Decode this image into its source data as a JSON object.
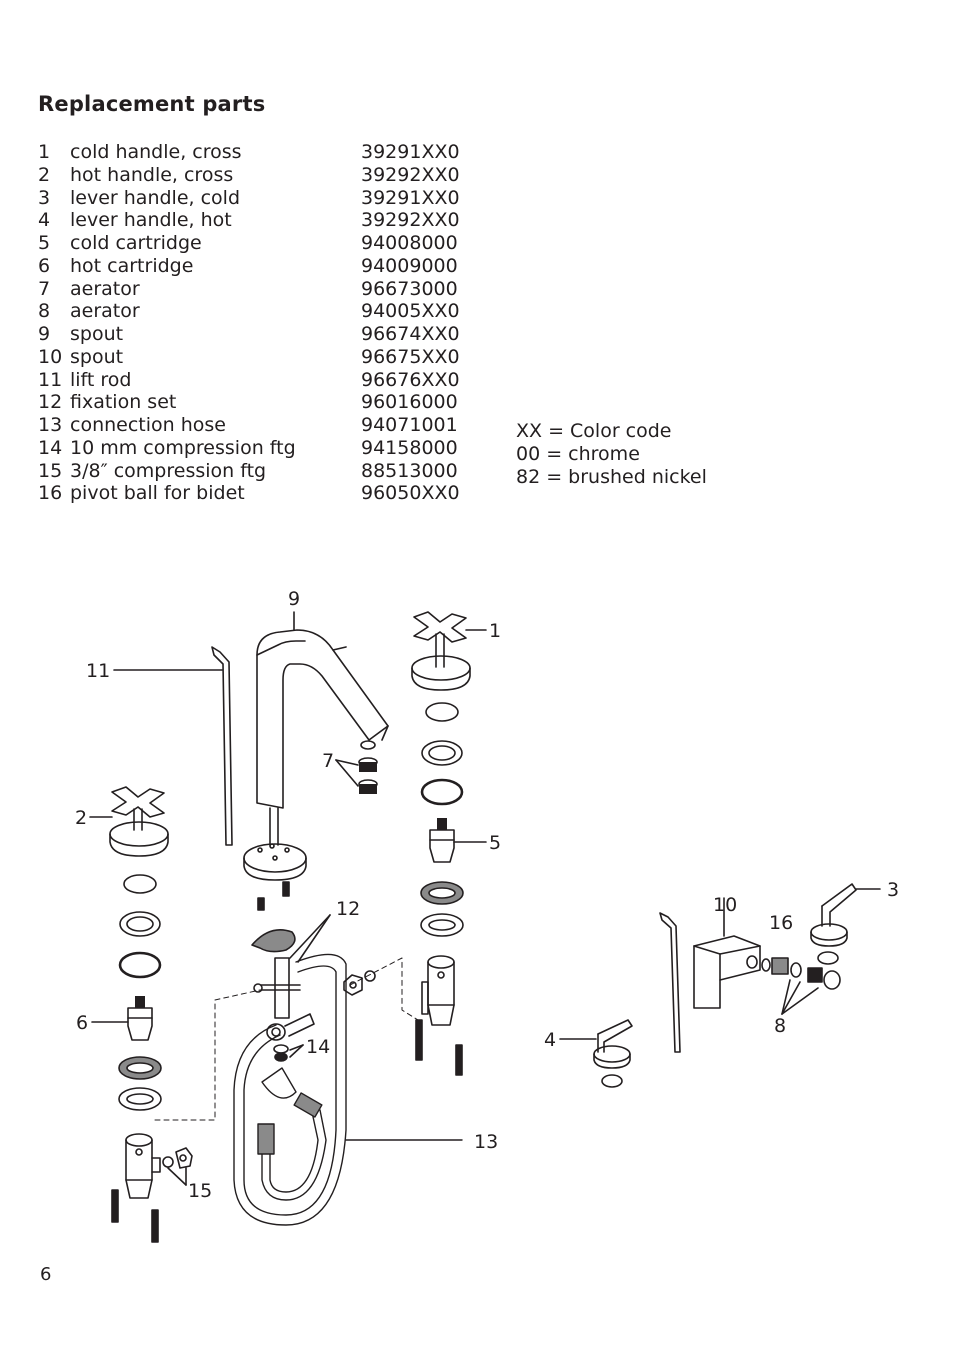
{
  "title": "Replacement parts",
  "parts": [
    {
      "num": "1",
      "name": "cold handle, cross",
      "code": "39291XX0"
    },
    {
      "num": "2",
      "name": "hot handle, cross",
      "code": "39292XX0"
    },
    {
      "num": "3",
      "name": "lever handle, cold",
      "code": "39291XX0"
    },
    {
      "num": "4",
      "name": "lever handle, hot",
      "code": "39292XX0"
    },
    {
      "num": "5",
      "name": "cold cartridge",
      "code": "94008000"
    },
    {
      "num": "6",
      "name": "hot cartridge",
      "code": "94009000"
    },
    {
      "num": "7",
      "name": "aerator",
      "code": "96673000"
    },
    {
      "num": "8",
      "name": "aerator",
      "code": "94005XX0"
    },
    {
      "num": "9",
      "name": "spout",
      "code": "96674XX0"
    },
    {
      "num": "10",
      "name": "spout",
      "code": "96675XX0"
    },
    {
      "num": "11",
      "name": "lift rod",
      "code": "96676XX0"
    },
    {
      "num": "12",
      "name": "fixation set",
      "code": "96016000"
    },
    {
      "num": "13",
      "name": "connection hose",
      "code": "94071001"
    },
    {
      "num": "14",
      "name": "10 mm compression ftg",
      "code": "94158000"
    },
    {
      "num": "15",
      "name": "3/8″ compression ftg",
      "code": "88513000"
    },
    {
      "num": "16",
      "name": "pivot ball for bidet",
      "code": "96050XX0"
    }
  ],
  "color_legend": [
    "XX = Color code",
    "00 = chrome",
    "82 = brushed nickel"
  ],
  "callouts": {
    "c1": "1",
    "c2": "2",
    "c3": "3",
    "c4": "4",
    "c5": "5",
    "c6": "6",
    "c7": "7",
    "c8": "8",
    "c9": "9",
    "c10": "10",
    "c11": "11",
    "c12": "12",
    "c13": "13",
    "c14": "14",
    "c15": "15",
    "c16": "16"
  },
  "page_number": "6"
}
